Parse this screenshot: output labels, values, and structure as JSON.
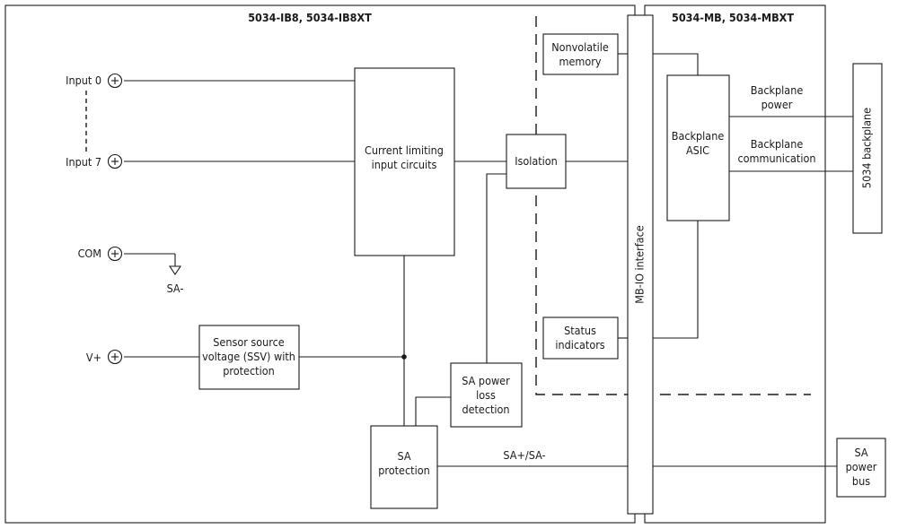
{
  "module_title": "5034-IB8, 5034-IB8XT",
  "base_title": "5034-MB, 5034-MBXT",
  "terminals": {
    "input0": "Input 0",
    "input7": "Input 7",
    "com": "COM",
    "vplus": "V+",
    "sa_minus": "SA-"
  },
  "blocks": {
    "current_limiting": [
      "Current limiting",
      "input circuits"
    ],
    "isolation": [
      "Isolation"
    ],
    "nonvolatile_memory": [
      "Nonvolatile",
      "memory"
    ],
    "backplane_asic": [
      "Backplane",
      "ASIC"
    ],
    "status_indicators": [
      "Status",
      "indicators"
    ],
    "ssv": [
      "Sensor source",
      "voltage (SSV) with",
      "protection"
    ],
    "sa_power_loss": [
      "SA power",
      "loss",
      "detection"
    ],
    "sa_protection": [
      "SA",
      "protection"
    ],
    "sa_power_bus": [
      "SA",
      "power",
      "bus"
    ]
  },
  "interface_label": "MB-IO interface",
  "backplane_label": "5034 backplane",
  "signals": {
    "backplane_power": [
      "Backplane",
      "power"
    ],
    "backplane_comm": [
      "Backplane",
      "communication"
    ],
    "sa_line": "SA+/SA-"
  }
}
